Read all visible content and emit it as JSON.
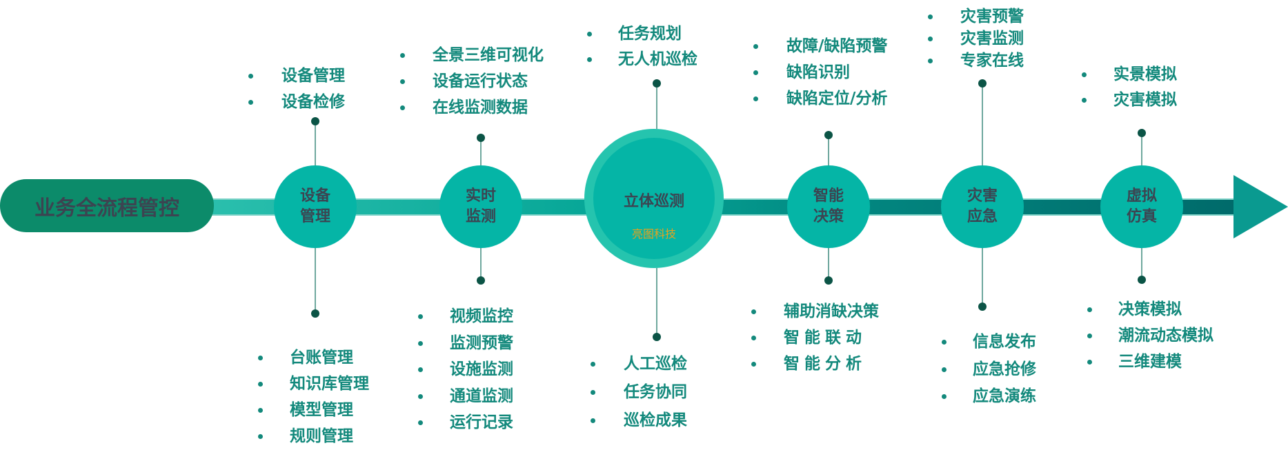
{
  "title": "业务全流程管控",
  "center": {
    "label": "立体巡测",
    "brand": "亮图科技"
  },
  "nodes": [
    "设备\n管理",
    "实时\n监测",
    "智能\n决策",
    "灾害\n应急",
    "虚拟\n仿真"
  ],
  "nodes_split": [
    [
      "设备",
      "管理"
    ],
    [
      "实时",
      "监测"
    ],
    [
      "智能",
      "决策"
    ],
    [
      "灾害",
      "应急"
    ],
    [
      "虚拟",
      "仿真"
    ]
  ],
  "top_lists": [
    [
      "设备管理",
      "设备检修"
    ],
    [
      "全景三维可视化",
      "设备运行状态",
      "在线监测数据"
    ],
    [
      "任务规划",
      "无人机巡检"
    ],
    [
      "故障/缺陷预警",
      "缺陷识别",
      "缺陷定位/分析"
    ],
    [
      "灾害预警",
      "灾害监测",
      "专家在线"
    ],
    [
      "实景模拟",
      "灾害模拟"
    ]
  ],
  "bottom_lists": [
    [
      "台账管理",
      "知识库管理",
      "模型管理",
      "规则管理"
    ],
    [
      "视频监控",
      "监测预警",
      "设施监测",
      "通道监测",
      "运行记录"
    ],
    [
      "人工巡检",
      "任务协同",
      "巡检成果"
    ],
    [
      "辅助消缺决策",
      "智能联动",
      "智能分析"
    ],
    [
      "信息发布",
      "应急抢修",
      "应急演练"
    ],
    [
      "决策模拟",
      "潮流动态模拟",
      "三维建模"
    ]
  ],
  "colors": {
    "pill": "#0c8b6a",
    "node": "#05b5a6",
    "text": "#13897c",
    "brand": "#e8a21c"
  }
}
